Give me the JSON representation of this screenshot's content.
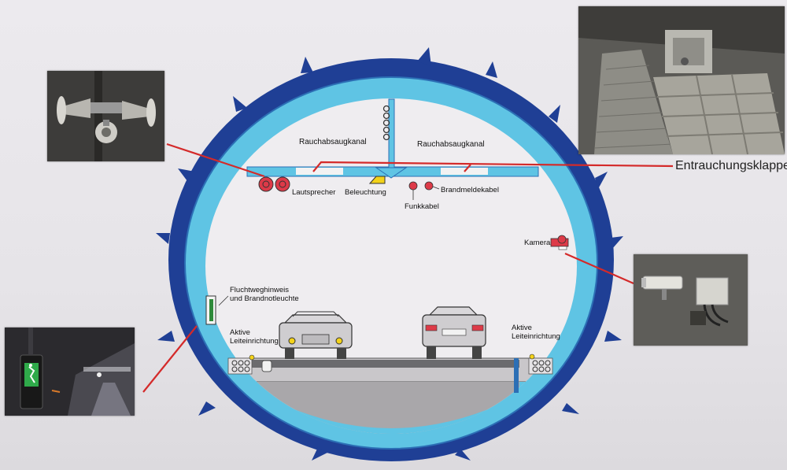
{
  "labels": {
    "rauch_left": "Rauchabsaugkanal",
    "rauch_right": "Rauchabsaugkanal",
    "lautsprecher": "Lautsprecher",
    "beleuchtung": "Beleuchtung",
    "funkkabel": "Funkkabel",
    "brandmeldekabel": "Brandmeldekabel",
    "kamera": "Kamera",
    "flucht_line1": "Fluchtweghinweis",
    "flucht_line2": "und Brandnotleuchte",
    "aktive_left_1": "Aktive",
    "aktive_left_2": "Leiteinrichtung",
    "aktive_right_1": "Aktive",
    "aktive_right_2": "Leiteinrichtung",
    "entrauchung": "Entrauchungsklappe"
  },
  "colors": {
    "outer_ring": "#1f3f95",
    "inner_ring": "#5fc4e4",
    "pointer_line": "#d42a2a",
    "device_red": "#dd3a48",
    "lamp_yellow": "#f3d21a",
    "emergency_green": "#2e8a3a"
  },
  "photos": [
    {
      "name": "loudspeaker-photo",
      "icon": "horn-loudspeaker"
    },
    {
      "name": "smoke-damper-photo",
      "icon": "damper-grate"
    },
    {
      "name": "camera-photo",
      "icon": "surveillance-camera"
    },
    {
      "name": "exit-sign-photo",
      "icon": "emergency-exit-sign"
    }
  ]
}
